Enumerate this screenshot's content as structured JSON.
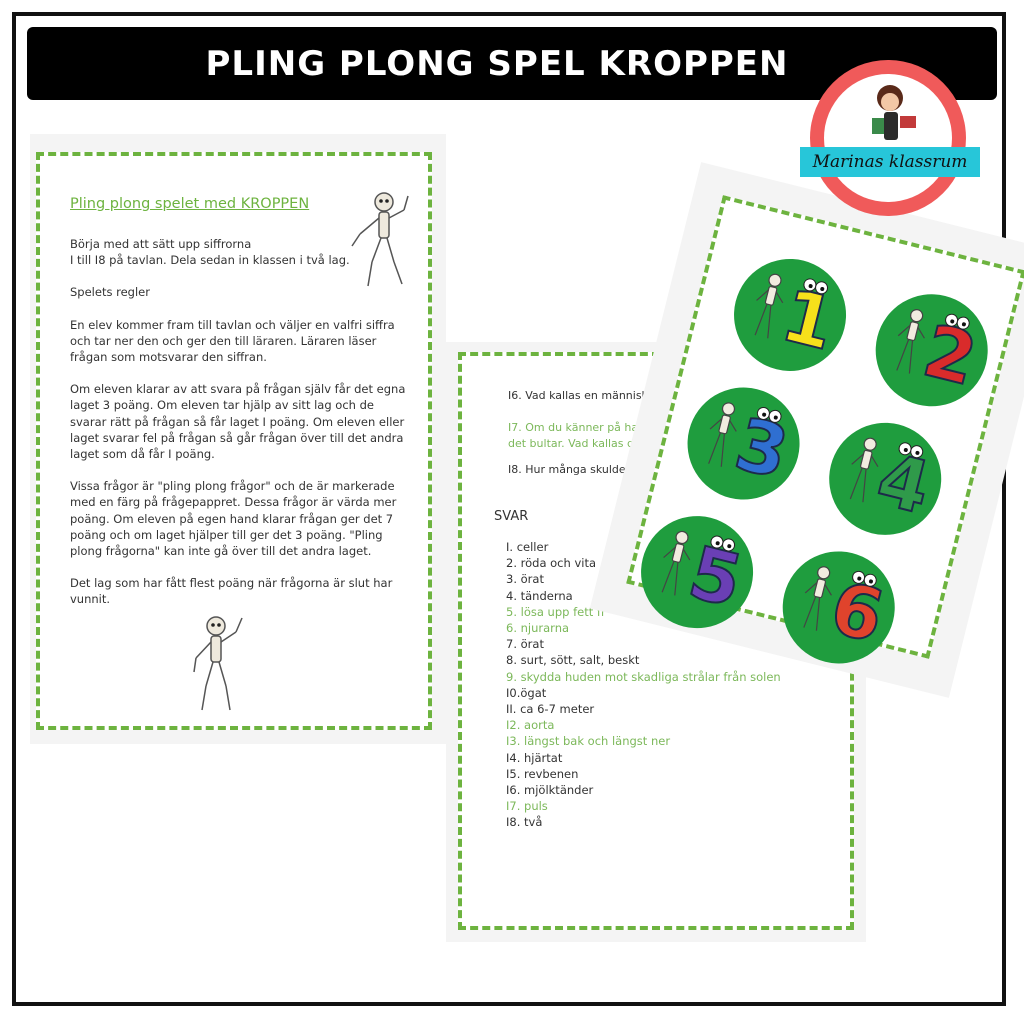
{
  "title": "PLING PLONG SPEL KROPPEN",
  "logo": {
    "text": "Marinas klassrum"
  },
  "page1": {
    "heading": "Pling plong spelet med KROPPEN",
    "paragraphs": [
      "Börja med att sätt upp siffrorna\nI till I8 på tavlan. Dela sedan in klassen i två lag.",
      "Spelets regler",
      "En elev kommer fram till tavlan och väljer en valfri siffra och tar ner den och ger den till läraren. Läraren läser frågan som motsvarar den siffran.",
      "Om eleven klarar av att svara på frågan själv får det egna laget 3 poäng. Om eleven tar hjälp av sitt lag och de svarar rätt på frågan så får laget I poäng. Om eleven eller laget svarar fel på frågan så går frågan över till det andra laget som då får I poäng.",
      "Vissa frågor är \"pling plong frågor\" och de är markerade med en färg på frågepappret. Dessa frågor är värda mer poäng. Om eleven på egen hand klarar frågan ger det 7 poäng och om laget hjälper till ger det 3 poäng. \"Pling plong frågorna\" kan inte gå över till det andra laget.",
      "Det lag som har fått flest poäng när frågorna är slut har vunnit."
    ]
  },
  "page2": {
    "questions": [
      {
        "text": "I6. Vad kallas en människas fö",
        "green": false
      },
      {
        "text": "I7. Om du känner på handled",
        "green": true
      },
      {
        "text": "det bultar. Vad kallas det?",
        "green": true
      },
      {
        "text": "I8. Hur många skulderblad '",
        "green": false
      }
    ],
    "svar_label": "SVAR",
    "answers": [
      {
        "text": "I.   celler",
        "green": false
      },
      {
        "text": "2. röda och vita",
        "green": false
      },
      {
        "text": "3. örat",
        "green": false
      },
      {
        "text": "4. tänderna",
        "green": false
      },
      {
        "text": "5. lösa upp fett fr",
        "green": true
      },
      {
        "text": "6. njurarna",
        "green": true
      },
      {
        "text": "7. örat",
        "green": false
      },
      {
        "text": "8. surt, sött, salt, beskt",
        "green": false
      },
      {
        "text": "9. skydda huden mot skadliga strålar från solen",
        "green": true
      },
      {
        "text": "I0.ögat",
        "green": false
      },
      {
        "text": "II. ca 6-7 meter",
        "green": false
      },
      {
        "text": "I2. aorta",
        "green": true
      },
      {
        "text": "I3. längst bak och längst ner",
        "green": true
      },
      {
        "text": "I4. hjärtat",
        "green": false
      },
      {
        "text": "I5. revbenen",
        "green": false
      },
      {
        "text": "I6. mjölktänder",
        "green": false
      },
      {
        "text": "I7. puls",
        "green": true
      },
      {
        "text": "I8. två",
        "green": false
      }
    ]
  },
  "page3": {
    "cards": [
      {
        "digit": "1",
        "color": "#f6e11b"
      },
      {
        "digit": "2",
        "color": "#d92b2b"
      },
      {
        "digit": "3",
        "color": "#2f6fd1"
      },
      {
        "digit": "4",
        "color": "#2f9a4a"
      },
      {
        "digit": "5",
        "color": "#6a3fb5"
      },
      {
        "digit": "6",
        "color": "#e0432c"
      }
    ]
  },
  "colors": {
    "accent_green": "#6db33f",
    "circle_green": "#1f9d3e",
    "logo_ribbon": "#27c6d9",
    "logo_ring": "#f05a5a"
  }
}
